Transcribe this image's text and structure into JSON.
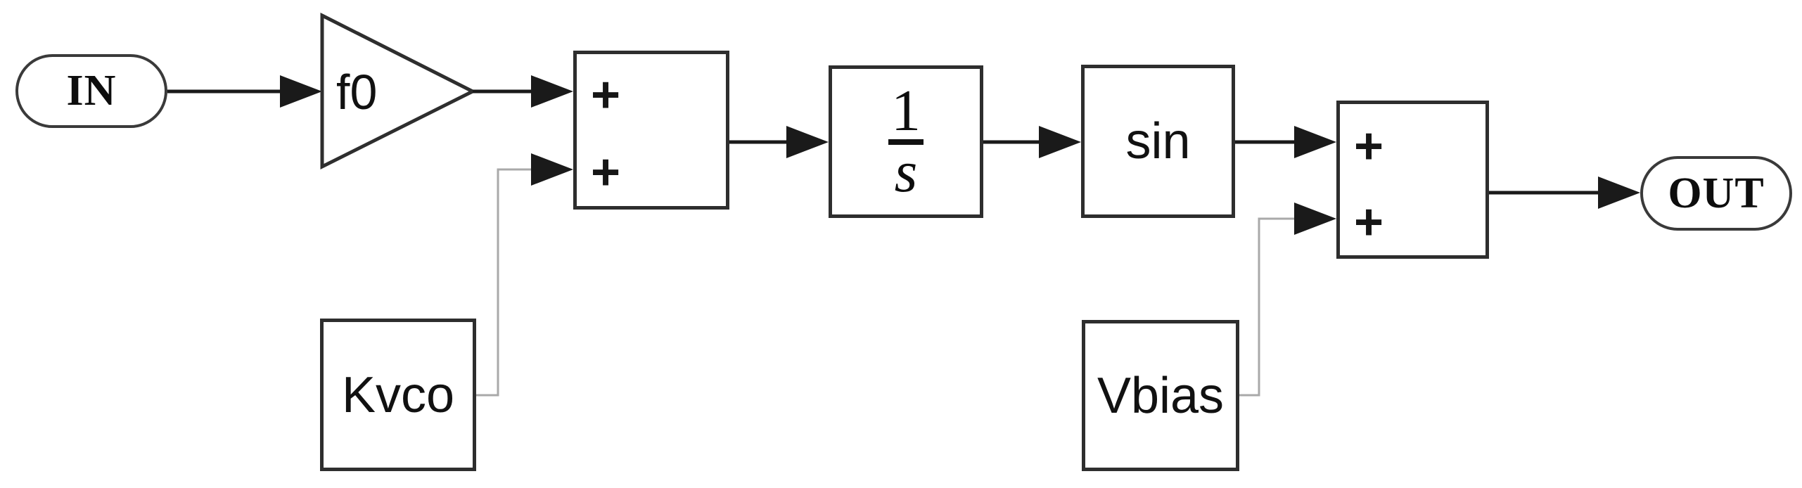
{
  "diagram": {
    "ports": {
      "in": {
        "label": "IN"
      },
      "out": {
        "label": "OUT"
      }
    },
    "blocks": {
      "gain": {
        "label": "f0",
        "type": "gain-triangle"
      },
      "sum1": {
        "plus_top": "+",
        "plus_bottom": "+",
        "type": "sum"
      },
      "integrator": {
        "numerator": "1",
        "denominator": "s",
        "type": "integrator"
      },
      "sin": {
        "label": "sin",
        "type": "trigonometric-function"
      },
      "sum2": {
        "plus_top": "+",
        "plus_bottom": "+",
        "type": "sum"
      },
      "kvco": {
        "label": "Kvco",
        "type": "source"
      },
      "vbias": {
        "label": "Vbias",
        "type": "source"
      }
    },
    "connections": [
      {
        "from": "IN",
        "to": "f0 gain input"
      },
      {
        "from": "f0 gain",
        "to": "sum1 input 1 (+)"
      },
      {
        "from": "Kvco",
        "to": "sum1 input 2 (+)"
      },
      {
        "from": "sum1",
        "to": "1/s integrator input"
      },
      {
        "from": "1/s integrator",
        "to": "sin input"
      },
      {
        "from": "sin",
        "to": "sum2 input 1 (+)"
      },
      {
        "from": "Vbias",
        "to": "sum2 input 2 (+)"
      },
      {
        "from": "sum2",
        "to": "OUT"
      }
    ],
    "colors": {
      "background": "#ffffff",
      "block_border": "#2e2e2e",
      "wire": "#1a1a1a",
      "thin_wire": "#a9a9a9",
      "text": "#111111"
    }
  }
}
